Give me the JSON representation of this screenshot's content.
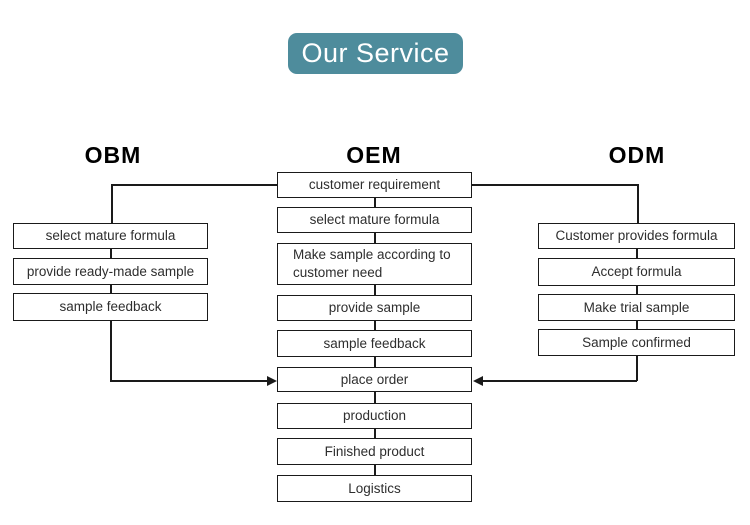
{
  "badge": {
    "label": "Our Service"
  },
  "colors": {
    "badge_bg": "#4e8c9c",
    "badge_text": "#ffffff",
    "line": "#1a1a1a",
    "box_bg": "#ffffff",
    "box_text": "#2e2e2e",
    "header_text": "#000000",
    "background": "#ffffff"
  },
  "obm": {
    "header": "OBM",
    "boxes": [
      "select mature formula",
      "provide ready-made sample",
      "sample feedback"
    ]
  },
  "oem": {
    "header": "OEM",
    "boxes": [
      "customer requirement",
      "select mature formula",
      "Make sample according to customer need",
      "provide sample",
      "sample feedback",
      "place order",
      "production",
      "Finished product",
      "Logistics"
    ]
  },
  "odm": {
    "header": "ODM",
    "boxes": [
      "Customer provides formula",
      "Accept formula",
      "Make trial sample",
      "Sample confirmed"
    ]
  },
  "edges": [
    "customer requirement -> select mature formula (OBM branch)",
    "customer requirement -> Customer provides formula (ODM branch)",
    "OBM sample feedback -> place order (arrow)",
    "ODM Sample confirmed -> place order (arrow)",
    "OEM boxes connected vertically in sequence"
  ]
}
